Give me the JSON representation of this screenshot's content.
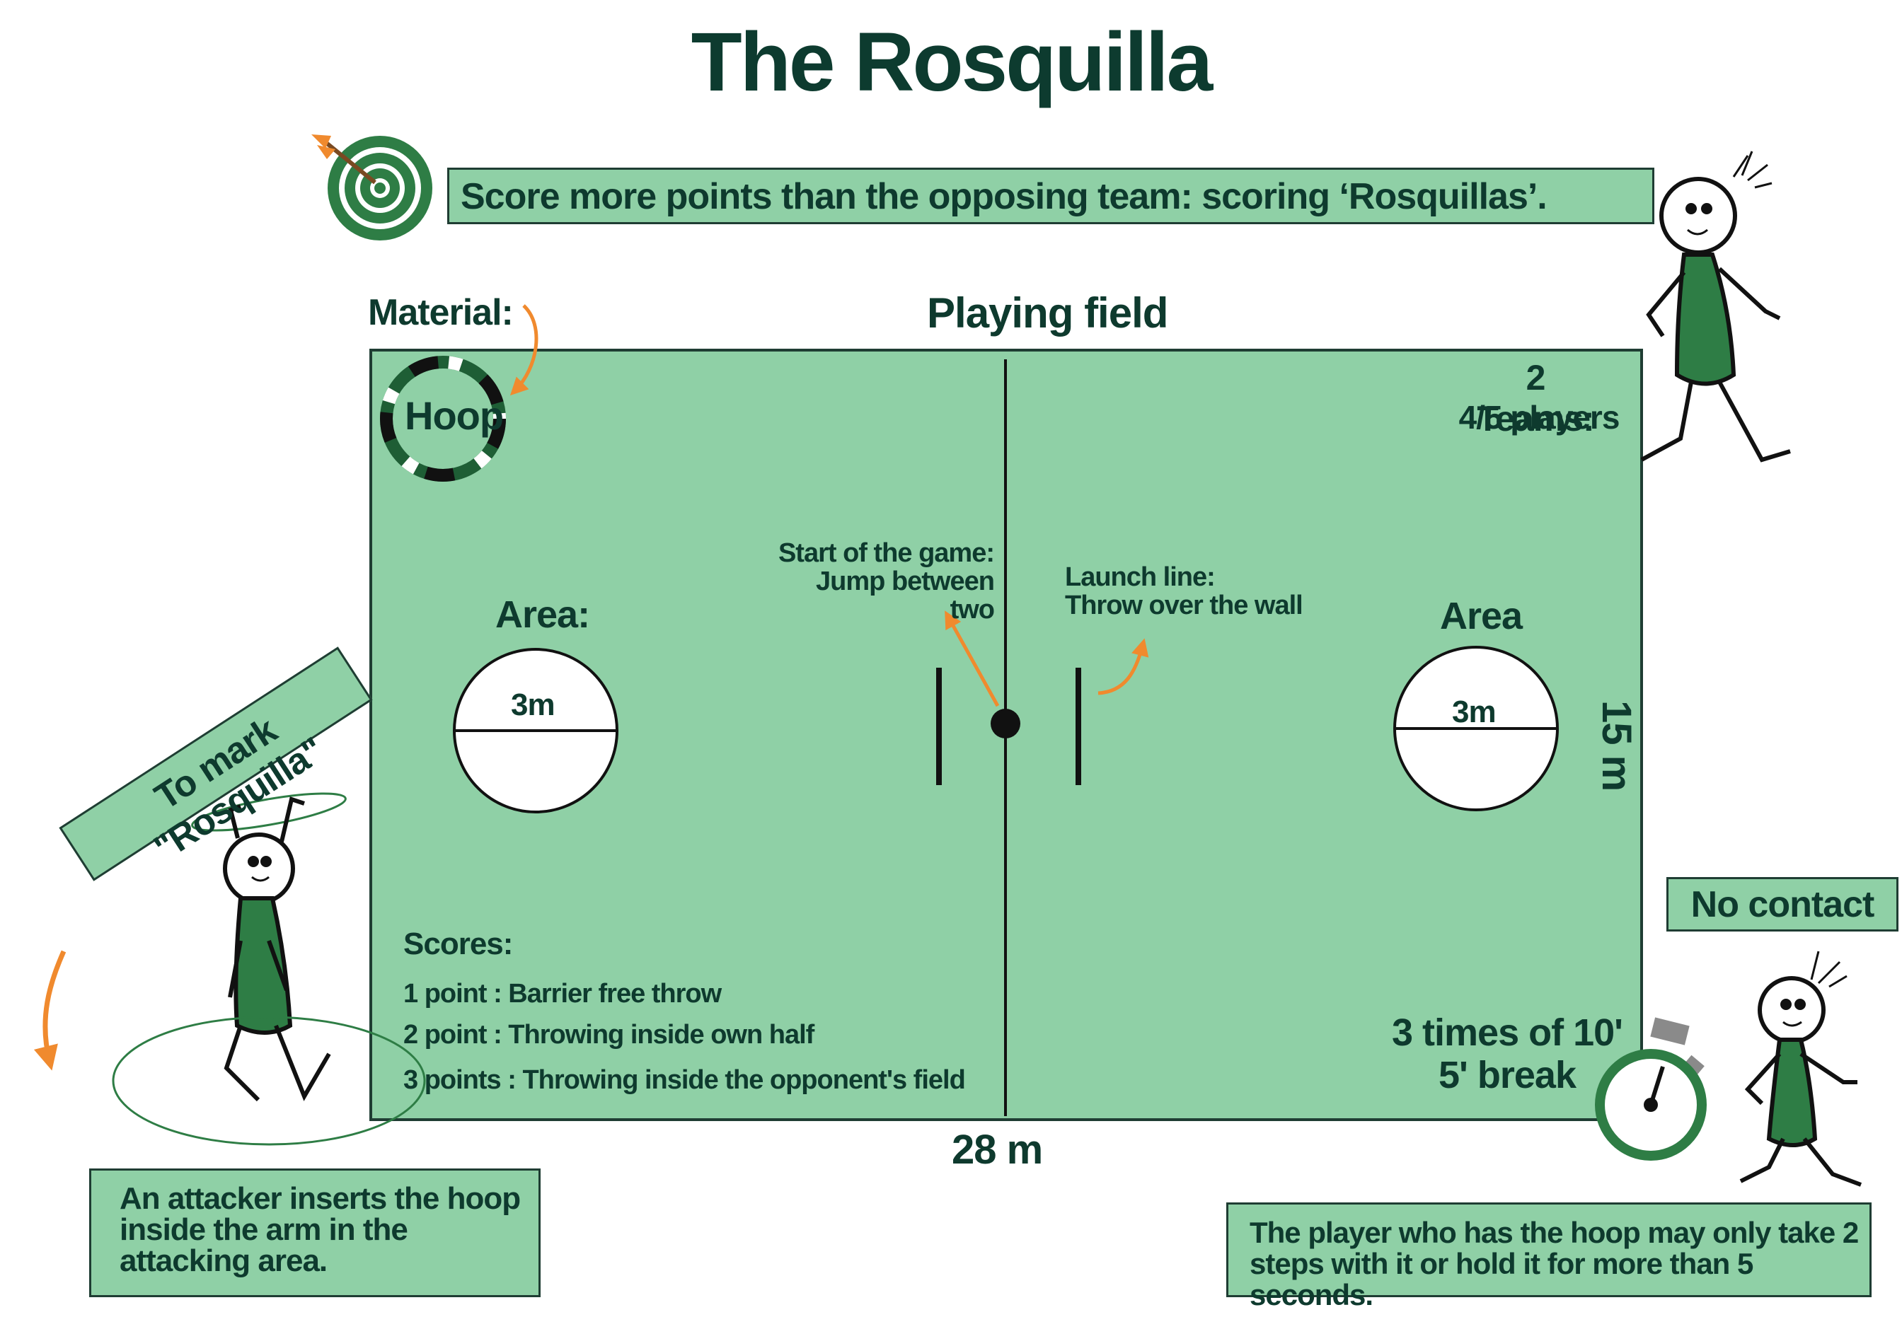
{
  "title": "The Rosquilla",
  "objective": "Score more points than the opposing team: scoring ‘Rosquillas’.",
  "material_label": "Material:",
  "hoop_label": "Hoop",
  "field": {
    "title": "Playing field",
    "length": "28 m",
    "width": "15 m",
    "teams_line1": "2 Teams:",
    "teams_line2": "4/5 players",
    "start_line1": "Start of the game:",
    "start_line2": "Jump between two",
    "launch_line1": "Launch line:",
    "launch_line2": "Throw over the wall",
    "area_left_label": "Area:",
    "area_right_label": "Area",
    "area_left_size": "3m",
    "area_right_size": "3m",
    "scores_title": "Scores:",
    "scores": [
      "1 point : Barrier free throw",
      "2 point : Throwing inside own half",
      "3 points : Throwing inside the opponent's field"
    ],
    "time_line1": "3 times of 10'",
    "time_line2": "5' break"
  },
  "to_mark": "To mark \"Rosquilla\"",
  "no_contact": "No contact",
  "attacker_note": "An attacker inserts the hoop inside the arm in the attacking area.",
  "player_rule": "The player who has the hoop may only take 2 steps with it or hold it for more than 5 seconds.",
  "colors": {
    "field_green": "#8fd0a6",
    "dark_green": "#0d3b2f",
    "figure_green": "#2e7d45",
    "arrow_orange": "#f08a2e"
  },
  "icons": [
    "target-icon",
    "hoop-icon",
    "stopwatch-icon",
    "stick-figure-icon"
  ]
}
